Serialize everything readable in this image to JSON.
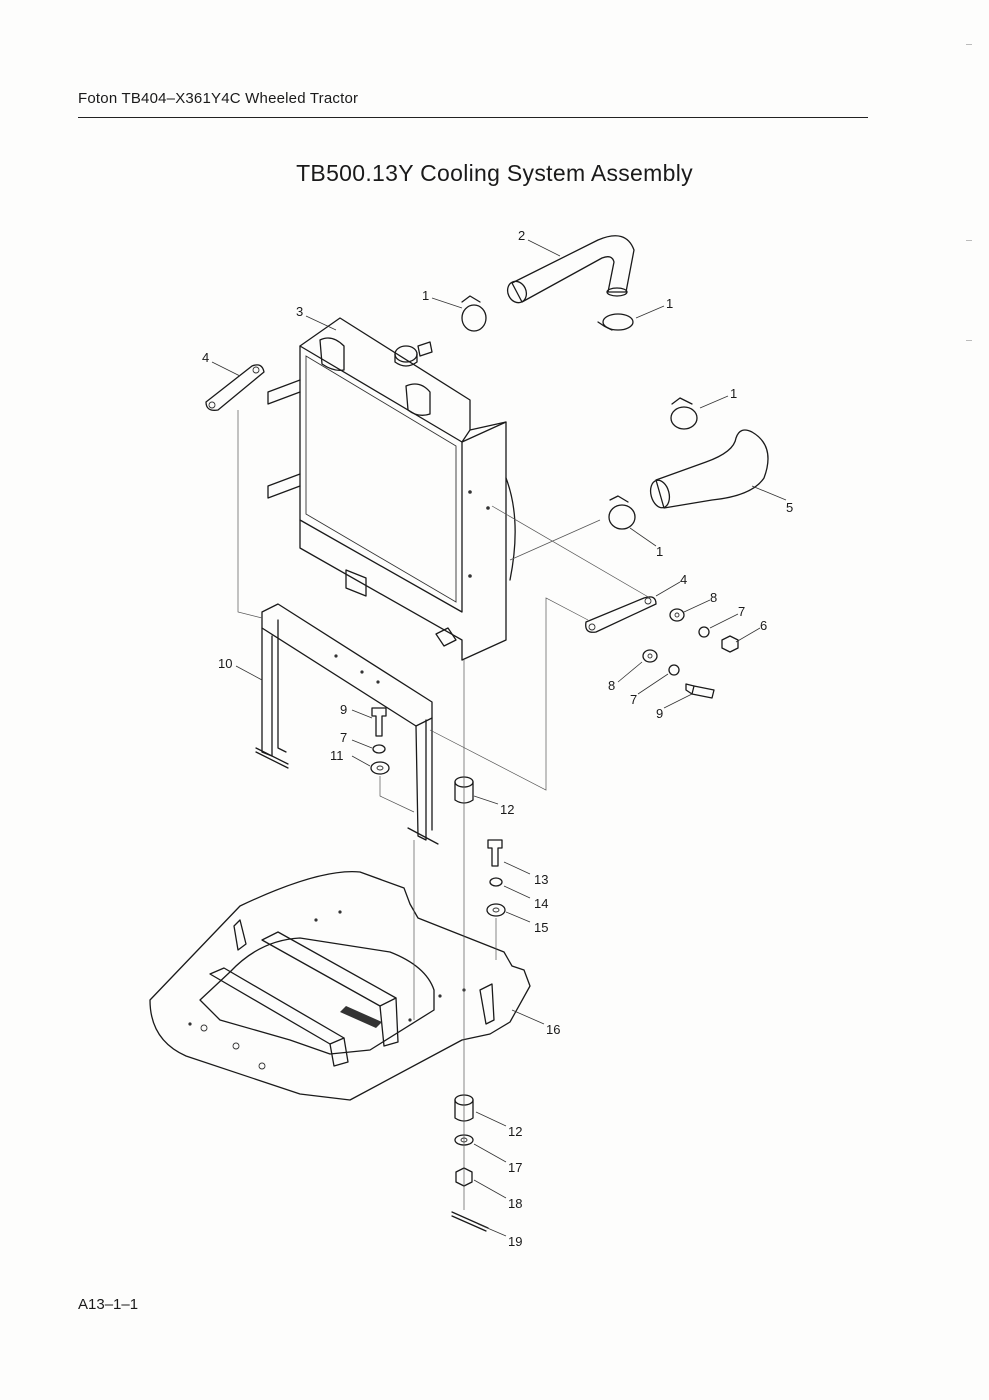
{
  "header": {
    "text": "Foton TB404–X361Y4C Wheeled Tractor"
  },
  "title": "TB500.13Y  Cooling System Assembly",
  "page_code": "A13–1–1",
  "callouts": [
    {
      "id": "c-2",
      "label": "2"
    },
    {
      "id": "c-1a",
      "label": "1"
    },
    {
      "id": "c-1b",
      "label": "1"
    },
    {
      "id": "c-3",
      "label": "3"
    },
    {
      "id": "c-4a",
      "label": "4"
    },
    {
      "id": "c-1c",
      "label": "1"
    },
    {
      "id": "c-5",
      "label": "5"
    },
    {
      "id": "c-1d",
      "label": "1"
    },
    {
      "id": "c-4b",
      "label": "4"
    },
    {
      "id": "c-8a",
      "label": "8"
    },
    {
      "id": "c-7a",
      "label": "7"
    },
    {
      "id": "c-6",
      "label": "6"
    },
    {
      "id": "c-8b",
      "label": "8"
    },
    {
      "id": "c-7b",
      "label": "7"
    },
    {
      "id": "c-9a",
      "label": "9"
    },
    {
      "id": "c-10",
      "label": "10"
    },
    {
      "id": "c-9b",
      "label": "9"
    },
    {
      "id": "c-7c",
      "label": "7"
    },
    {
      "id": "c-11",
      "label": "11"
    },
    {
      "id": "c-12a",
      "label": "12"
    },
    {
      "id": "c-13",
      "label": "13"
    },
    {
      "id": "c-14",
      "label": "14"
    },
    {
      "id": "c-15",
      "label": "15"
    },
    {
      "id": "c-16",
      "label": "16"
    },
    {
      "id": "c-12b",
      "label": "12"
    },
    {
      "id": "c-17",
      "label": "17"
    },
    {
      "id": "c-18",
      "label": "18"
    },
    {
      "id": "c-19",
      "label": "19"
    }
  ]
}
